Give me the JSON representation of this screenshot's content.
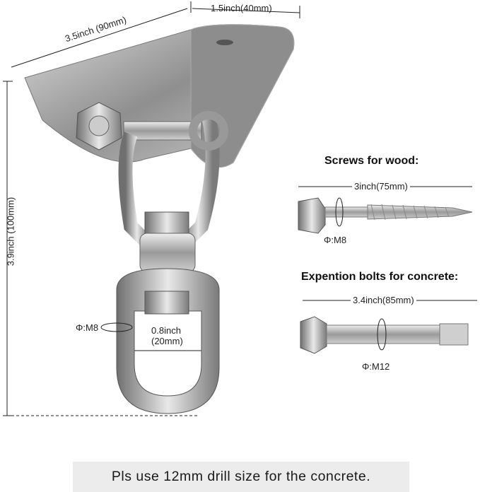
{
  "dimensions": {
    "plate_length": "3.5inch (90mm)",
    "plate_width": "1.5inch(40mm)",
    "total_height": "3.9inch (100mm)",
    "ring_thread": "Φ:M8",
    "ring_inner_width_line1": "0.8inch",
    "ring_inner_width_line2": "(20mm)"
  },
  "wood_screw": {
    "heading": "Screws for wood:",
    "length": "3inch(75mm)",
    "thread": "Φ:M8"
  },
  "concrete_bolt": {
    "heading": "Expention bolts for concrete:",
    "length": "3.4inch(85mm)",
    "thread": "Φ:M12"
  },
  "note": "Pls use 12mm drill size for the concrete."
}
